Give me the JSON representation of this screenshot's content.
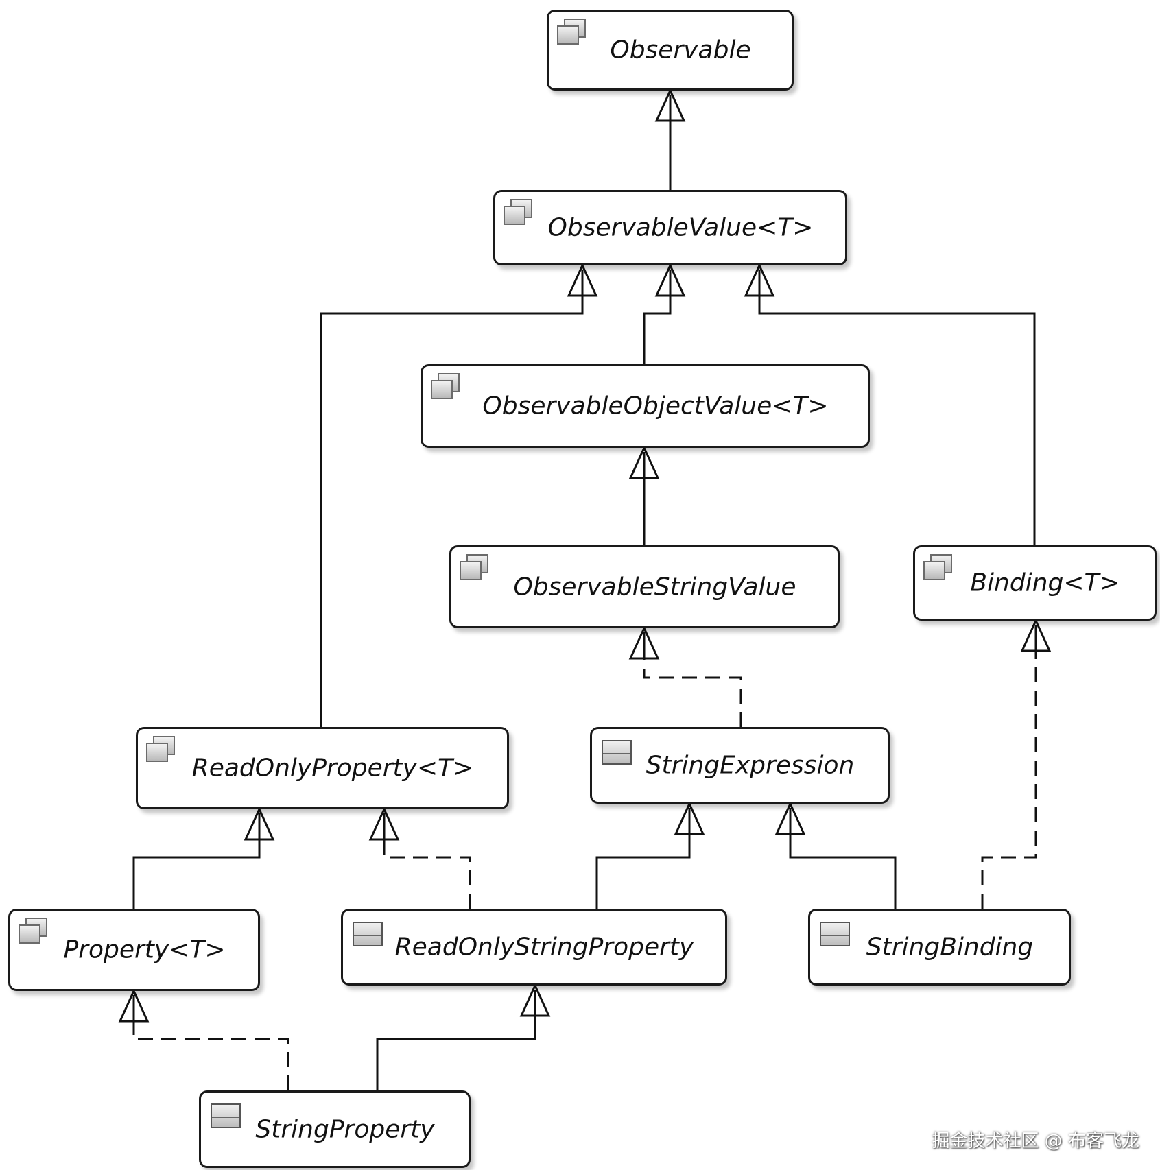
{
  "diagram": {
    "nodes": [
      {
        "id": "observable",
        "label": "Observable",
        "kind": "interface"
      },
      {
        "id": "observable-value",
        "label": "ObservableValue<T>",
        "kind": "interface"
      },
      {
        "id": "observable-object-value",
        "label": "ObservableObjectValue<T>",
        "kind": "interface"
      },
      {
        "id": "observable-string-value",
        "label": "ObservableStringValue",
        "kind": "interface"
      },
      {
        "id": "binding",
        "label": "Binding<T>",
        "kind": "interface"
      },
      {
        "id": "read-only-property",
        "label": "ReadOnlyProperty<T>",
        "kind": "interface"
      },
      {
        "id": "string-expression",
        "label": "StringExpression",
        "kind": "class"
      },
      {
        "id": "property",
        "label": "Property<T>",
        "kind": "interface"
      },
      {
        "id": "read-only-string-property",
        "label": "ReadOnlyStringProperty",
        "kind": "class"
      },
      {
        "id": "string-binding",
        "label": "StringBinding",
        "kind": "class"
      },
      {
        "id": "string-property",
        "label": "StringProperty",
        "kind": "class"
      }
    ],
    "edges": [
      {
        "from": "observable-value",
        "to": "observable",
        "style": "extends"
      },
      {
        "from": "read-only-property",
        "to": "observable-value",
        "style": "extends"
      },
      {
        "from": "observable-object-value",
        "to": "observable-value",
        "style": "extends"
      },
      {
        "from": "binding",
        "to": "observable-value",
        "style": "extends"
      },
      {
        "from": "observable-string-value",
        "to": "observable-object-value",
        "style": "extends"
      },
      {
        "from": "string-expression",
        "to": "observable-string-value",
        "style": "implements"
      },
      {
        "from": "property",
        "to": "read-only-property",
        "style": "extends"
      },
      {
        "from": "read-only-string-property",
        "to": "read-only-property",
        "style": "implements"
      },
      {
        "from": "read-only-string-property",
        "to": "string-expression",
        "style": "extends"
      },
      {
        "from": "string-binding",
        "to": "string-expression",
        "style": "extends"
      },
      {
        "from": "string-binding",
        "to": "binding",
        "style": "implements"
      },
      {
        "from": "string-property",
        "to": "property",
        "style": "implements"
      },
      {
        "from": "string-property",
        "to": "read-only-string-property",
        "style": "extends"
      }
    ]
  },
  "watermark": "掘金技术社区 @ 布客飞龙"
}
